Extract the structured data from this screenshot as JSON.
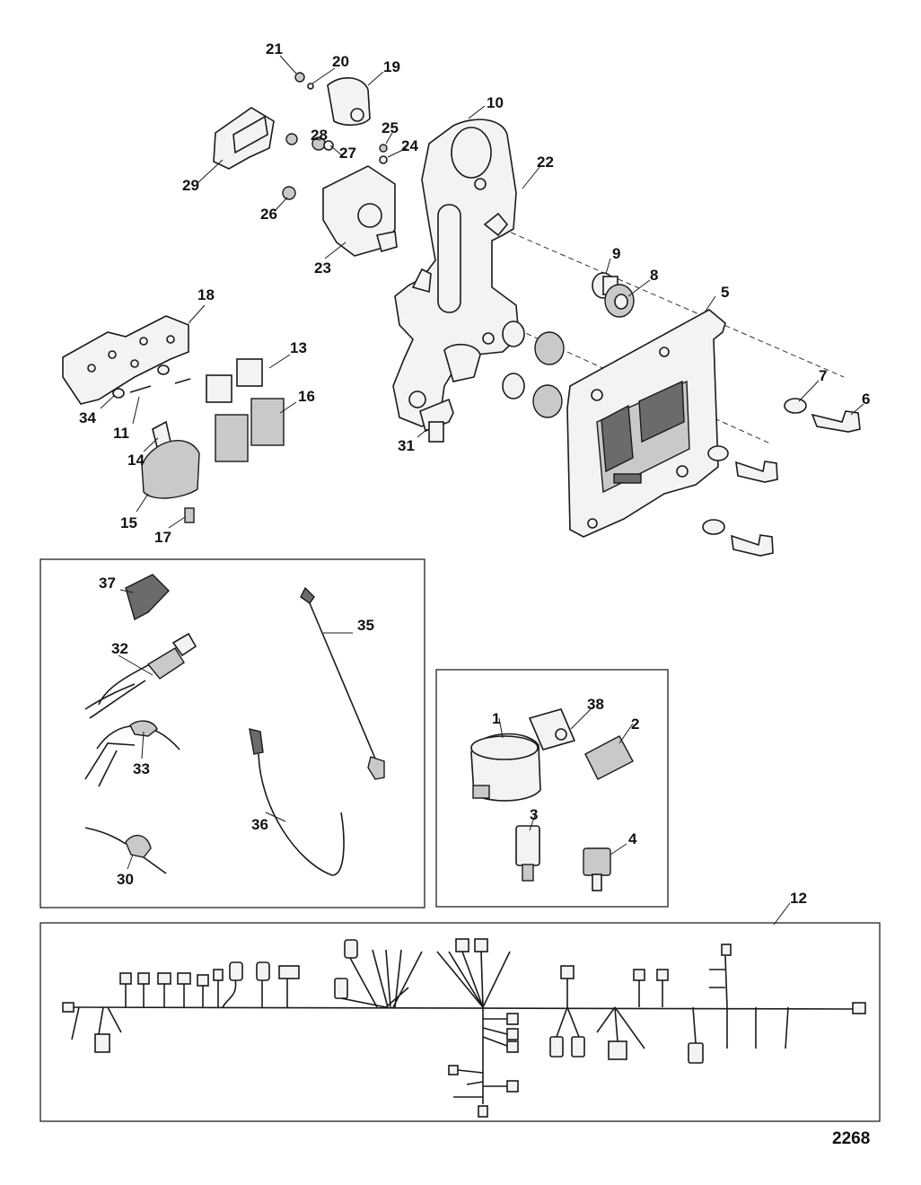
{
  "figure_number": "2268",
  "callouts": [
    {
      "id": "c1",
      "label": "1"
    },
    {
      "id": "c2",
      "label": "2"
    },
    {
      "id": "c3",
      "label": "3"
    },
    {
      "id": "c4",
      "label": "4"
    },
    {
      "id": "c5",
      "label": "5"
    },
    {
      "id": "c6",
      "label": "6"
    },
    {
      "id": "c7",
      "label": "7"
    },
    {
      "id": "c8",
      "label": "8"
    },
    {
      "id": "c9",
      "label": "9"
    },
    {
      "id": "c10",
      "label": "10"
    },
    {
      "id": "c11",
      "label": "11"
    },
    {
      "id": "c12",
      "label": "12"
    },
    {
      "id": "c13",
      "label": "13"
    },
    {
      "id": "c14",
      "label": "14"
    },
    {
      "id": "c15",
      "label": "15"
    },
    {
      "id": "c16",
      "label": "16"
    },
    {
      "id": "c17",
      "label": "17"
    },
    {
      "id": "c18",
      "label": "18"
    },
    {
      "id": "c19",
      "label": "19"
    },
    {
      "id": "c20",
      "label": "20"
    },
    {
      "id": "c21",
      "label": "21"
    },
    {
      "id": "c22",
      "label": "22"
    },
    {
      "id": "c23",
      "label": "23"
    },
    {
      "id": "c24",
      "label": "24"
    },
    {
      "id": "c25",
      "label": "25"
    },
    {
      "id": "c26",
      "label": "26"
    },
    {
      "id": "c27",
      "label": "27"
    },
    {
      "id": "c28",
      "label": "28"
    },
    {
      "id": "c29",
      "label": "29"
    },
    {
      "id": "c30",
      "label": "30"
    },
    {
      "id": "c31",
      "label": "31"
    },
    {
      "id": "c32",
      "label": "32"
    },
    {
      "id": "c33",
      "label": "33"
    },
    {
      "id": "c34",
      "label": "34"
    },
    {
      "id": "c35",
      "label": "35"
    },
    {
      "id": "c36",
      "label": "36"
    },
    {
      "id": "c37",
      "label": "37"
    },
    {
      "id": "c38",
      "label": "38"
    }
  ]
}
